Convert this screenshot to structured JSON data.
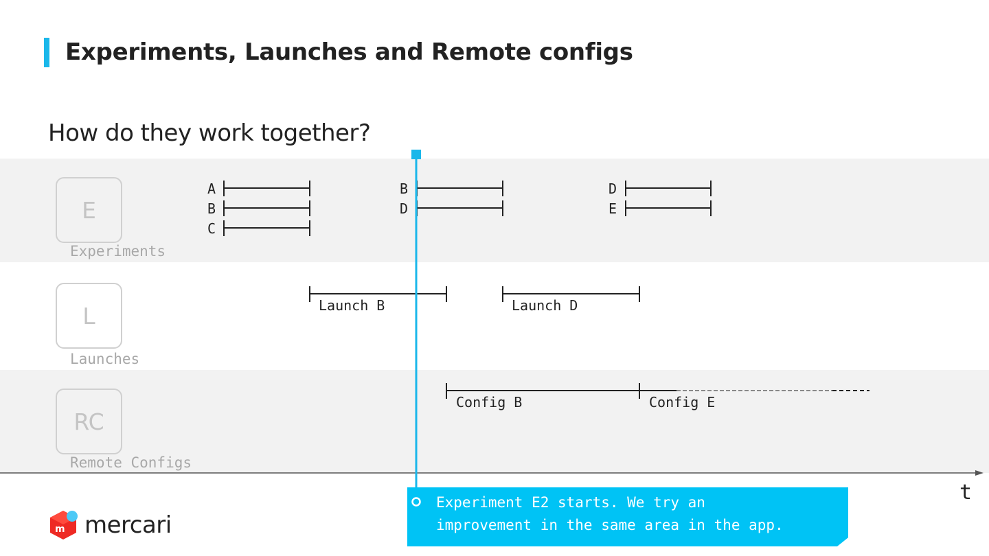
{
  "slide": {
    "title": "Experiments, Launches and Remote configs",
    "subtitle": "How do they work together?"
  },
  "lanes": [
    {
      "letter": "E",
      "label": "Experiments"
    },
    {
      "letter": "L",
      "label": "Launches"
    },
    {
      "letter": "RC",
      "label": "Remote Configs"
    }
  ],
  "experiments": {
    "group1": [
      "A",
      "B",
      "C"
    ],
    "group2": [
      "B",
      "D"
    ],
    "group3": [
      "D",
      "E"
    ]
  },
  "launches": [
    "Launch B",
    "Launch D"
  ],
  "configs": [
    "Config B",
    "Config E"
  ],
  "axis": {
    "label": "t"
  },
  "callout": {
    "line1": "Experiment E2 starts. We try an",
    "line2": "improvement in the same area in the app."
  },
  "brand": {
    "name": "mercari",
    "accent": "#1ab7ea",
    "callout_color": "#00c3f5",
    "logo_red": "#ee2a24"
  }
}
